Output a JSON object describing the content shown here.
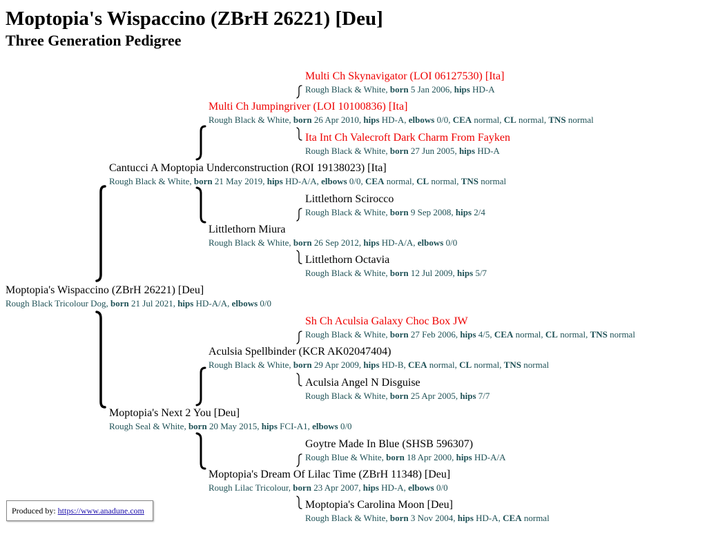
{
  "header": {
    "title": "Moptopia's Wispaccino (ZBrH 26221) [Deu]",
    "subtitle": "Three Generation Pedigree"
  },
  "pedigree": {
    "subject": {
      "name": "Moptopia's Wispaccino (ZBrH 26221) [Deu]",
      "champion": false,
      "coat": "Rough Black Tricolour Dog",
      "born": "21 Jul 2021",
      "health": [
        {
          "k": "hips",
          "v": "HD-A/A"
        },
        {
          "k": "elbows",
          "v": "0/0"
        }
      ]
    },
    "sire": {
      "name": "Cantucci A Moptopia Underconstruction (ROI 19138023) [Ita]",
      "champion": false,
      "coat": "Rough Black & White",
      "born": "21 May 2019",
      "health": [
        {
          "k": "hips",
          "v": "HD-A/A"
        },
        {
          "k": "elbows",
          "v": "0/0"
        },
        {
          "k": "CEA",
          "v": "normal"
        },
        {
          "k": "CL",
          "v": "normal"
        },
        {
          "k": "TNS",
          "v": "normal"
        }
      ]
    },
    "sire_sire": {
      "name": "Multi Ch Jumpingriver (LOI 10100836) [Ita]",
      "champion": true,
      "coat": "Rough Black & White",
      "born": "26 Apr 2010",
      "health": [
        {
          "k": "hips",
          "v": "HD-A"
        },
        {
          "k": "elbows",
          "v": "0/0"
        },
        {
          "k": "CEA",
          "v": "normal"
        },
        {
          "k": "CL",
          "v": "normal"
        },
        {
          "k": "TNS",
          "v": "normal"
        }
      ]
    },
    "sire_sire_sire": {
      "name": "Multi Ch Skynavigator (LOI 06127530) [Ita]",
      "champion": true,
      "coat": "Rough Black & White",
      "born": "5 Jan 2006",
      "health": [
        {
          "k": "hips",
          "v": "HD-A"
        }
      ]
    },
    "sire_sire_dam": {
      "name": "Ita Int Ch Valecroft Dark Charm From Fayken",
      "champion": true,
      "coat": "Rough Black & White",
      "born": "27 Jun 2005",
      "health": [
        {
          "k": "hips",
          "v": "HD-A"
        }
      ]
    },
    "sire_dam": {
      "name": "Littlethorn Miura",
      "champion": false,
      "coat": "Rough Black & White",
      "born": "26 Sep 2012",
      "health": [
        {
          "k": "hips",
          "v": "HD-A/A"
        },
        {
          "k": "elbows",
          "v": "0/0"
        }
      ]
    },
    "sire_dam_sire": {
      "name": "Littlethorn Scirocco",
      "champion": false,
      "coat": "Rough Black & White",
      "born": "9 Sep 2008",
      "health": [
        {
          "k": "hips",
          "v": "2/4"
        }
      ]
    },
    "sire_dam_dam": {
      "name": "Littlethorn Octavia",
      "champion": false,
      "coat": "Rough Black & White",
      "born": "12 Jul 2009",
      "health": [
        {
          "k": "hips",
          "v": "5/7"
        }
      ]
    },
    "dam": {
      "name": "Moptopia's Next 2 You [Deu]",
      "champion": false,
      "coat": "Rough Seal & White",
      "born": "20 May 2015",
      "health": [
        {
          "k": "hips",
          "v": "FCI-A1"
        },
        {
          "k": "elbows",
          "v": "0/0"
        }
      ]
    },
    "dam_sire": {
      "name": "Aculsia Spellbinder (KCR AK02047404)",
      "champion": false,
      "coat": "Rough Black & White",
      "born": "29 Apr 2009",
      "health": [
        {
          "k": "hips",
          "v": "HD-B"
        },
        {
          "k": "CEA",
          "v": "normal"
        },
        {
          "k": "CL",
          "v": "normal"
        },
        {
          "k": "TNS",
          "v": "normal"
        }
      ]
    },
    "dam_sire_sire": {
      "name": "Sh Ch Aculsia Galaxy Choc Box JW",
      "champion": true,
      "coat": "Rough Black & White",
      "born": "27 Feb 2006",
      "health": [
        {
          "k": "hips",
          "v": "4/5"
        },
        {
          "k": "CEA",
          "v": "normal"
        },
        {
          "k": "CL",
          "v": "normal"
        },
        {
          "k": "TNS",
          "v": "normal"
        }
      ]
    },
    "dam_sire_dam": {
      "name": "Aculsia Angel N Disguise",
      "champion": false,
      "coat": "Rough Black & White",
      "born": "25 Apr 2005",
      "health": [
        {
          "k": "hips",
          "v": "7/7"
        }
      ]
    },
    "dam_dam": {
      "name": "Moptopia's Dream Of Lilac Time (ZBrH 11348) [Deu]",
      "champion": false,
      "coat": "Rough Lilac Tricolour",
      "born": "23 Apr 2007",
      "health": [
        {
          "k": "hips",
          "v": "HD-A"
        },
        {
          "k": "elbows",
          "v": "0/0"
        }
      ]
    },
    "dam_dam_sire": {
      "name": "Goytre Made In Blue (SHSB 596307)",
      "champion": false,
      "coat": "Rough Blue & White",
      "born": "18 Apr 2000",
      "health": [
        {
          "k": "hips",
          "v": "HD-A/A"
        }
      ]
    },
    "dam_dam_dam": {
      "name": "Moptopia's Carolina Moon [Deu]",
      "champion": false,
      "coat": "Rough Black & White",
      "born": "3 Nov 2004",
      "health": [
        {
          "k": "hips",
          "v": "HD-A"
        },
        {
          "k": "CEA",
          "v": "normal"
        }
      ]
    }
  },
  "labels": {
    "born": "born"
  },
  "footer": {
    "produced_label": "Produced by:",
    "produced_link": "https://www.anadune.com"
  }
}
